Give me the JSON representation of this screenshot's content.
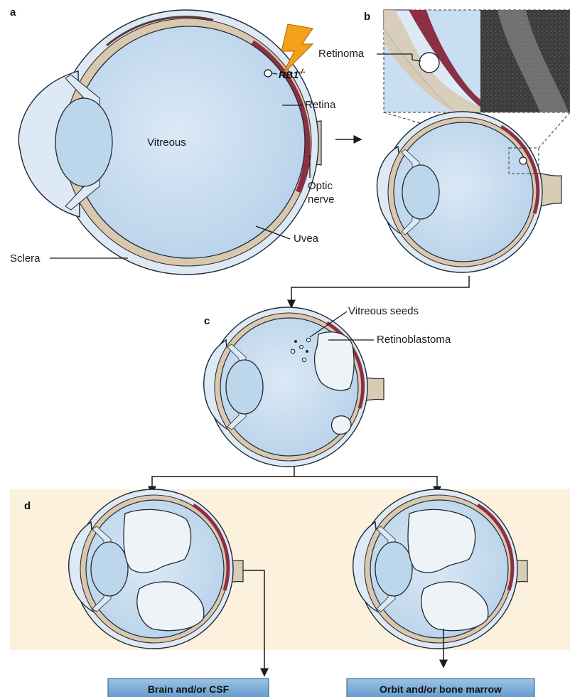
{
  "panels": {
    "a": "a",
    "b": "b",
    "c": "c",
    "d": "d"
  },
  "labels": {
    "vitreous": "Vitreous",
    "gene": "RB1",
    "gene_superscript": "-/-",
    "retina": "Retina",
    "optic_nerve_line1": "Optic",
    "optic_nerve_line2": "nerve",
    "uvea": "Uvea",
    "sclera": "Sclera",
    "retinoma": "Retinoma",
    "vitreous_seeds": "Vitreous seeds",
    "retinoblastoma": "Retinoblastoma"
  },
  "destinations": {
    "left": "Brain and/or CSF",
    "right": "Orbit and/or bone marrow"
  },
  "colors": {
    "vitreous_fill": "#c9def0",
    "retina_band": "#8c2f45",
    "uvea_band": "#d8c8b0",
    "panel_d_background": "#fbf1dd",
    "destination_box": "#6fa3d0",
    "lightning_bolt": "#f3a11a"
  }
}
